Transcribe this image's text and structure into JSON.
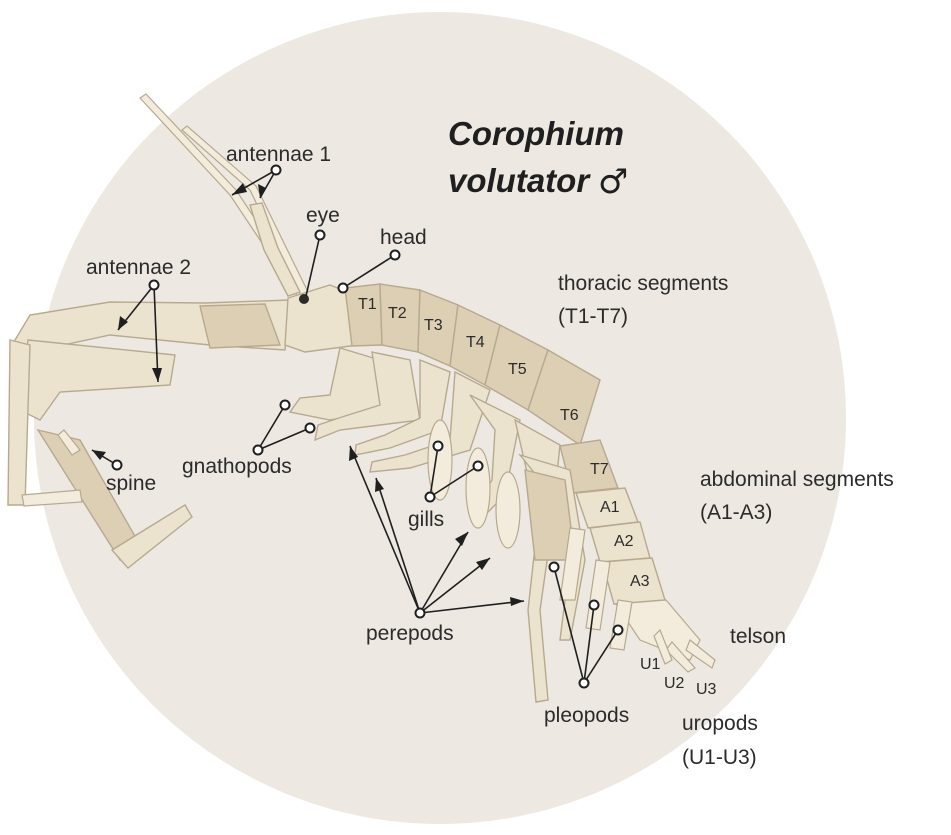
{
  "colors": {
    "background_circle": "#ede8e1",
    "body_light": "#ece3cf",
    "body_dark": "#dccfb3",
    "outline": "#b6a98f",
    "text": "#2b2b2b"
  },
  "title": {
    "line1": "Corophium",
    "line2": "volutator",
    "symbol": "♂"
  },
  "labels": {
    "antennae1": "antennae 1",
    "eye": "eye",
    "head": "head",
    "antennae2": "antennae 2",
    "thoracic_line1": "thoracic segments",
    "thoracic_line2": "(T1-T7)",
    "abdominal_line1": "abdominal segments",
    "abdominal_line2": "(A1-A3)",
    "spine": "spine",
    "gnathopods": "gnathopods",
    "gills": "gills",
    "perepods": "perepods",
    "pleopods": "pleopods",
    "telson": "telson",
    "uropods_line1": "uropods",
    "uropods_line2": "(U1-U3)"
  },
  "segments": {
    "thoracic": [
      "T1",
      "T2",
      "T3",
      "T4",
      "T5",
      "T6",
      "T7"
    ],
    "abdominal": [
      "A1",
      "A2",
      "A3"
    ],
    "uropods": [
      "U1",
      "U2",
      "U3"
    ]
  }
}
